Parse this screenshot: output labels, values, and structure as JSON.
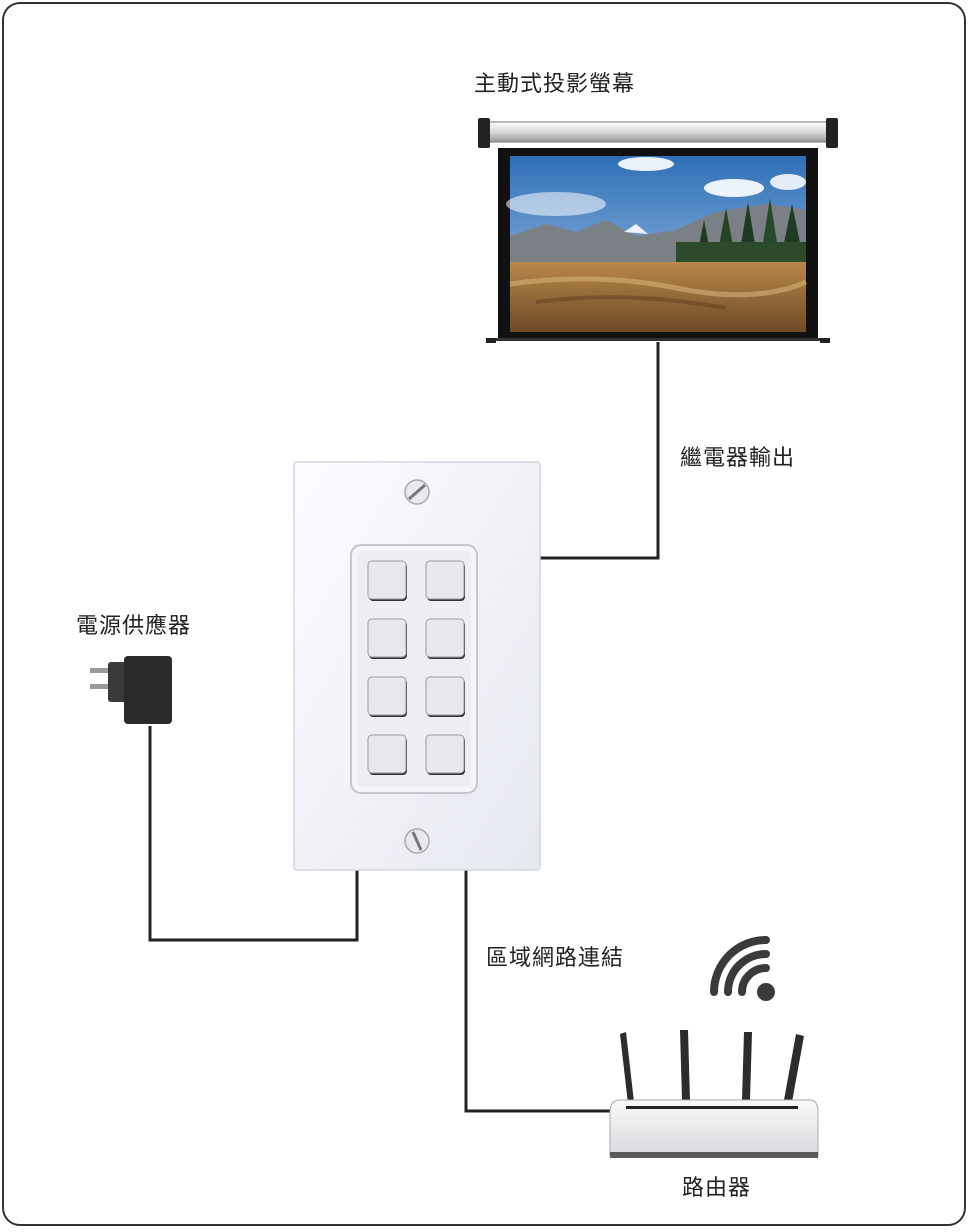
{
  "labels": {
    "screen": "主動式投影螢幕",
    "relay_output": "繼電器輸出",
    "power_supply": "電源供應器",
    "lan_connection": "區域網路連結",
    "router": "路由器"
  },
  "keypad": {
    "rows": 4,
    "columns": 2
  },
  "colors": {
    "wire": "#222222",
    "wallplate": "#f4f5fa",
    "button": "#e6e8ed",
    "adapter": "#2a2a2a",
    "router_body": "#f2f2f4",
    "wifi": "#3a3a3a"
  },
  "icons": {
    "wifi": "wifi-icon",
    "power": "power-adapter-icon",
    "router": "router-icon",
    "screen": "projection-screen-icon"
  }
}
